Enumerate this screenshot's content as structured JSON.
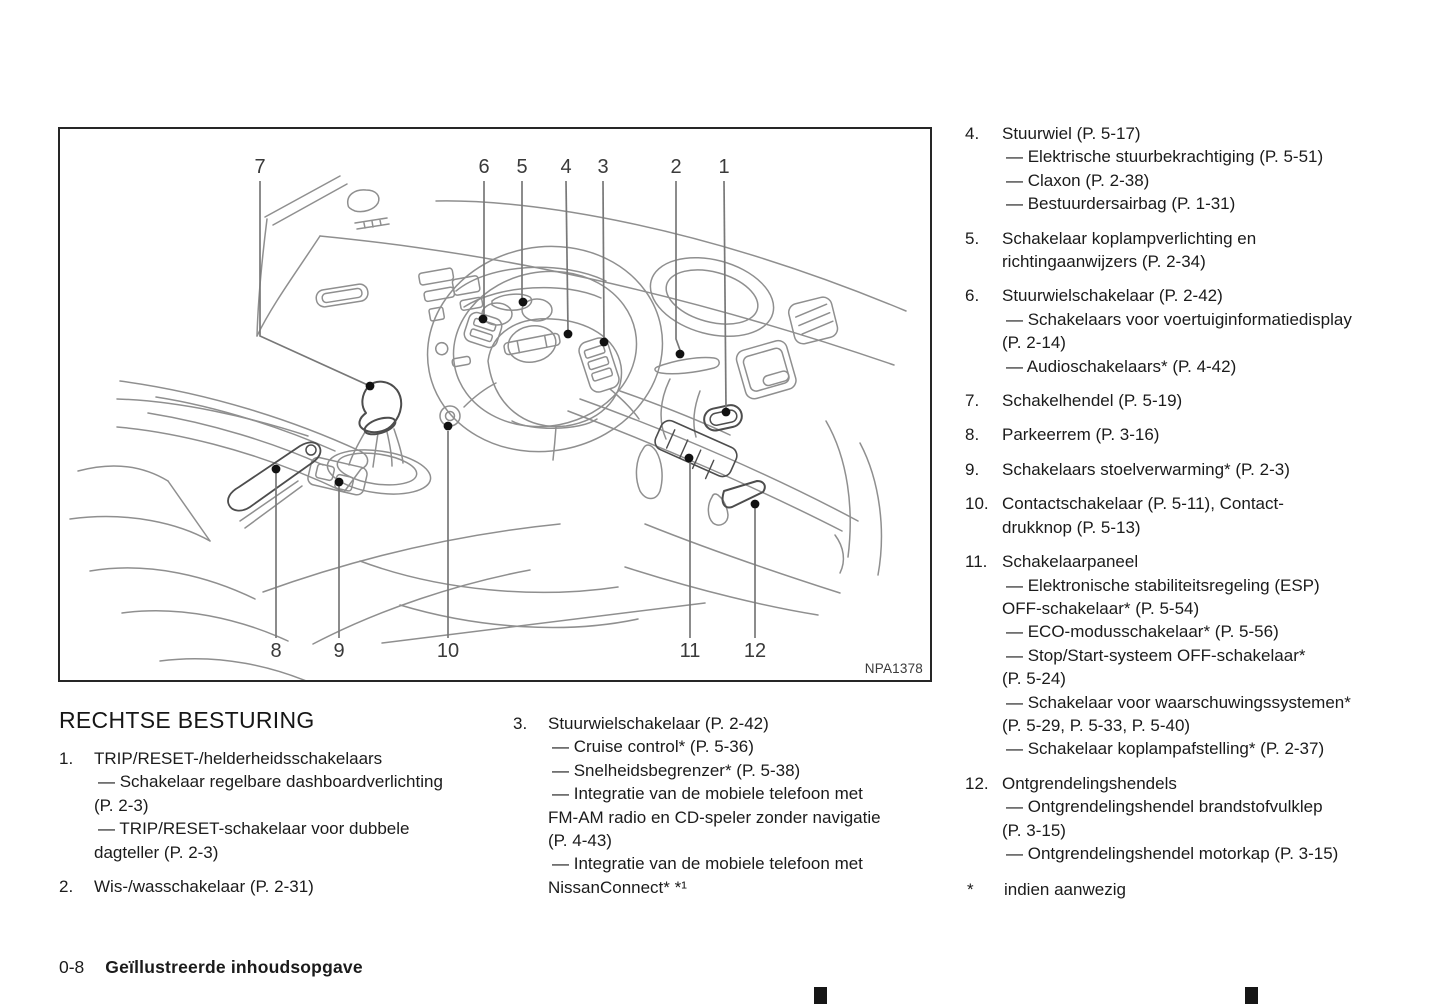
{
  "page": {
    "heading": "RECHTSE BESTURING",
    "footnote_marker": "*",
    "footnote_text": "indien aanwezig",
    "footer_page": "0-8",
    "footer_title": "Geïllustreerde inhoudsopgave"
  },
  "diagram": {
    "figure_code": "NPA1378",
    "top_callouts": [
      "7",
      "6",
      "5",
      "4",
      "3",
      "2",
      "1"
    ],
    "bottom_callouts": [
      "8",
      "9",
      "10",
      "11",
      "12"
    ]
  },
  "legend": {
    "left": [
      {
        "num": "1.",
        "lines": [
          "TRIP/RESET-/helderheidsschakelaars",
          "— Schakelaar regelbare dashboardverlichting",
          "(P. 2-3)",
          "— TRIP/RESET-schakelaar voor dubbele",
          "dagteller (P. 2-3)"
        ]
      },
      {
        "num": "2.",
        "lines": [
          "Wis-/wasschakelaar (P. 2-31)"
        ]
      }
    ],
    "middle": [
      {
        "num": "3.",
        "lines": [
          "Stuurwielschakelaar (P. 2-42)",
          "— Cruise control* (P. 5-36)",
          "— Snelheidsbegrenzer* (P. 5-38)",
          "— Integratie van de mobiele telefoon met",
          "FM-AM radio en CD-speler zonder navigatie",
          "(P. 4-43)",
          "— Integratie van de mobiele telefoon met",
          "NissanConnect* *¹"
        ]
      }
    ],
    "right": [
      {
        "num": "4.",
        "lines": [
          "Stuurwiel (P. 5-17)",
          "— Elektrische stuurbekrachtiging (P. 5-51)",
          "— Claxon (P. 2-38)",
          "— Bestuurdersairbag (P. 1-31)"
        ]
      },
      {
        "num": "5.",
        "lines": [
          "Schakelaar koplampverlichting en",
          "richtingaanwijzers (P. 2-34)"
        ]
      },
      {
        "num": "6.",
        "lines": [
          "Stuurwielschakelaar (P. 2-42)",
          "— Schakelaars voor voertuiginformatiedisplay",
          "(P. 2-14)",
          "— Audioschakelaars* (P. 4-42)"
        ]
      },
      {
        "num": "7.",
        "lines": [
          "Schakelhendel (P. 5-19)"
        ]
      },
      {
        "num": "8.",
        "lines": [
          "Parkeerrem (P. 3-16)"
        ]
      },
      {
        "num": "9.",
        "lines": [
          "Schakelaars stoelverwarming* (P. 2-3)"
        ]
      },
      {
        "num": "10.",
        "lines": [
          "Contactschakelaar (P. 5-11), Contact-",
          "drukknop (P. 5-13)"
        ]
      },
      {
        "num": "11.",
        "lines": [
          "Schakelaarpaneel",
          "— Elektronische stabiliteitsregeling (ESP)",
          "OFF-schakelaar* (P. 5-54)",
          "— ECO-modusschakelaar* (P. 5-56)",
          "— Stop/Start-systeem OFF-schakelaar*",
          "(P. 5-24)",
          "— Schakelaar voor waarschuwingssystemen*",
          "(P. 5-29, P. 5-33, P. 5-40)",
          "— Schakelaar koplampafstelling* (P. 2-37)"
        ]
      },
      {
        "num": "12.",
        "lines": [
          "Ontgrendelingshendels",
          "— Ontgrendelingshendel brandstofvulklep",
          "(P. 3-15)",
          "— Ontgrendelingshendel motorkap (P. 3-15)"
        ]
      }
    ]
  },
  "colors": {
    "ink": "#1b1b1b",
    "art_line": "#8f8f8f",
    "art_dark": "#4d4d4d",
    "callout_line": "#787878",
    "tab": "#161616"
  }
}
